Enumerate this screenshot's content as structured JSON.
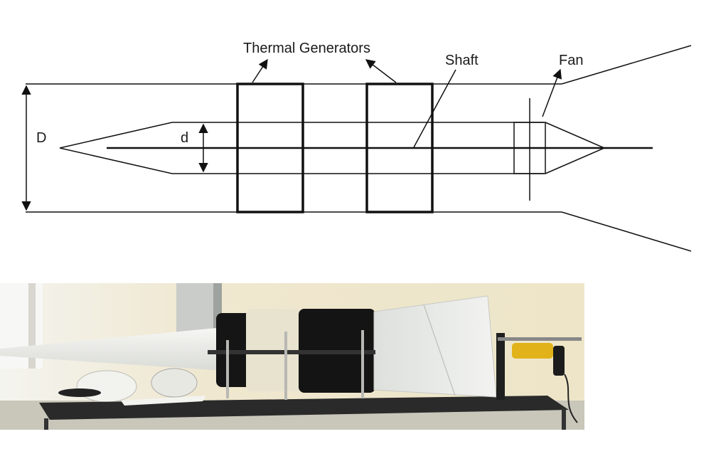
{
  "diagram": {
    "labels": {
      "thermal_generators": "Thermal Generators",
      "shaft": "Shaft",
      "fan": "Fan",
      "outer_diameter": "D",
      "inner_diameter": "d"
    }
  },
  "colors": {
    "line": "#111111",
    "wall": "#efe9d6",
    "bench": "#2a2a2a",
    "cone": "#f1f2ef",
    "band_light": "#e9e5d3",
    "band_dark": "#121212",
    "drill": "#e2b21a"
  }
}
